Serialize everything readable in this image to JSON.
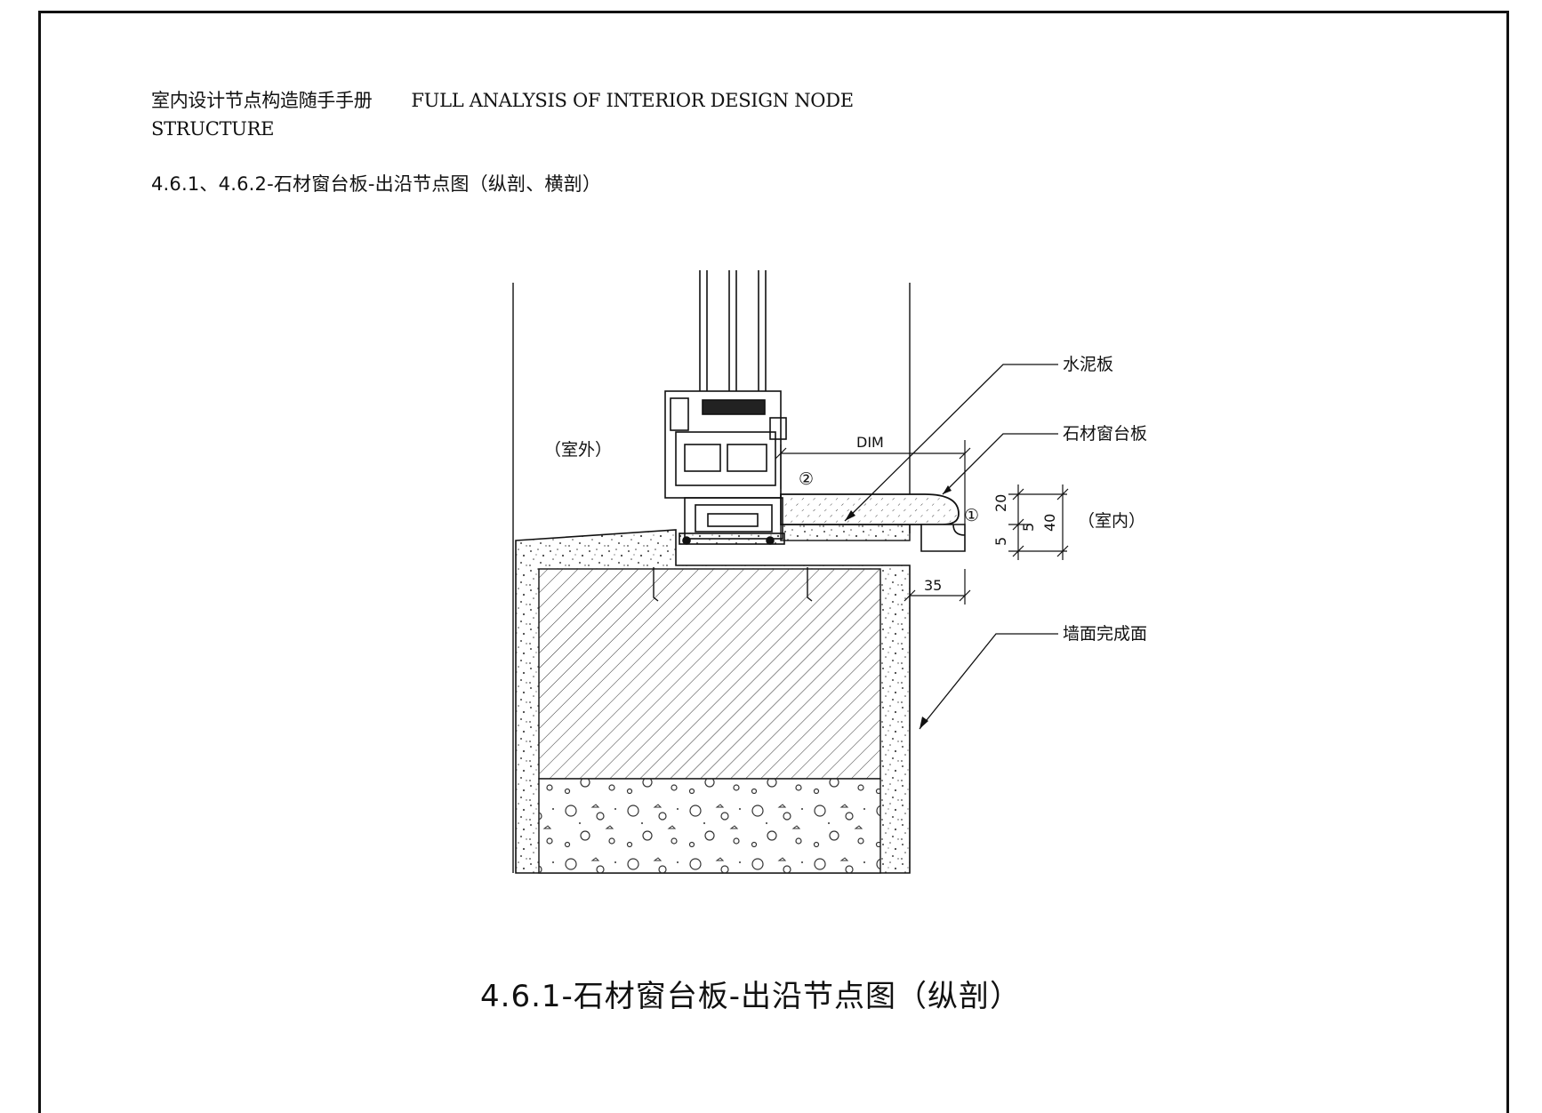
{
  "header": {
    "title_cn": "室内设计节点构造随手手册",
    "title_en": "FULL ANALYSIS OF INTERIOR DESIGN NODE STRUCTURE"
  },
  "subtitle": "4.6.1、4.6.2-石材窗台板-出沿节点图（纵剖、横剖）",
  "drawing": {
    "labels": {
      "outside": "（室外）",
      "inside": "（室内）",
      "cement_board": "水泥板",
      "stone_sill": "石材窗台板",
      "wall_finish": "墙面完成面"
    },
    "markers": {
      "m1": "①",
      "m2": "②"
    },
    "dimensions": {
      "dim": "DIM",
      "d20": "20",
      "d5a": "5",
      "d5b": "5",
      "d40": "40",
      "d35": "35"
    }
  },
  "caption": "4.6.1-石材窗台板-出沿节点图（纵剖）"
}
